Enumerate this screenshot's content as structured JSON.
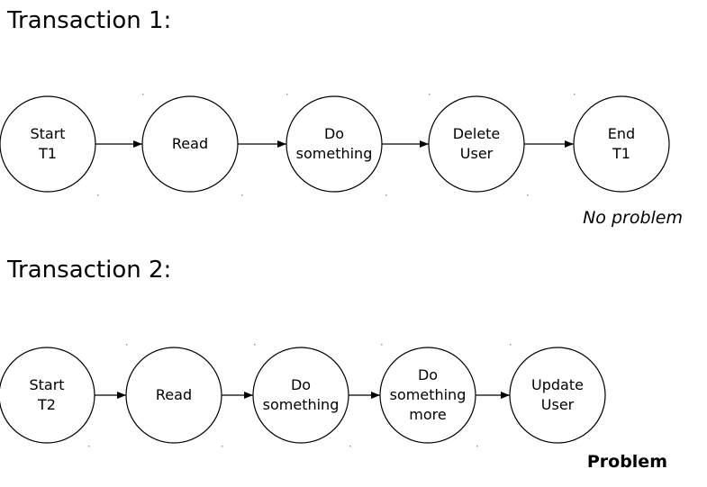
{
  "transaction1": {
    "heading": "Transaction 1:",
    "nodes": [
      {
        "lines": [
          "Start",
          "T1"
        ]
      },
      {
        "lines": [
          "Read"
        ]
      },
      {
        "lines": [
          "Do",
          "something"
        ]
      },
      {
        "lines": [
          "Delete",
          "User"
        ]
      },
      {
        "lines": [
          "End",
          "T1"
        ]
      }
    ],
    "note": "No problem"
  },
  "transaction2": {
    "heading": "Transaction 2:",
    "nodes": [
      {
        "lines": [
          "Start",
          "T2"
        ]
      },
      {
        "lines": [
          "Read"
        ]
      },
      {
        "lines": [
          "Do",
          "something"
        ]
      },
      {
        "lines": [
          "Do",
          "something",
          "more"
        ]
      },
      {
        "lines": [
          "Update",
          "User"
        ]
      }
    ],
    "note": "Problem"
  }
}
